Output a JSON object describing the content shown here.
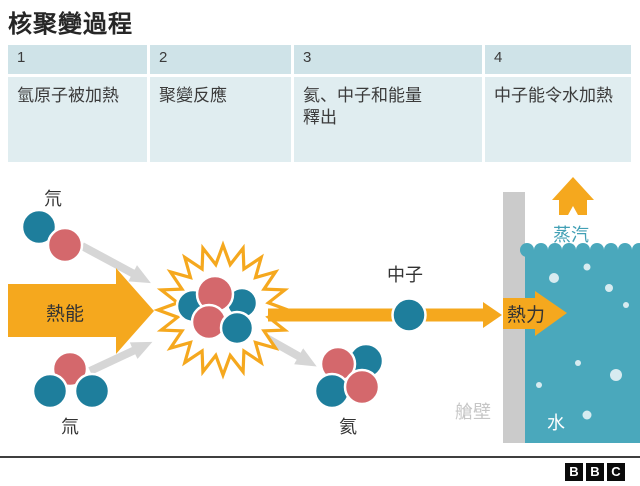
{
  "title": "核聚變過程",
  "table": {
    "steps": [
      {
        "num": "1",
        "line1": "氫原子被加熱",
        "line2": ""
      },
      {
        "num": "2",
        "line1": "聚變反應",
        "line2": ""
      },
      {
        "num": "3",
        "line1": "氦、中子和能量",
        "line2": "釋出"
      },
      {
        "num": "4",
        "line1": "中子能令水加熱",
        "line2": ""
      }
    ]
  },
  "diagram": {
    "labels": {
      "deuterium": "氘",
      "tritium": "氚",
      "heat_energy": "熱能",
      "neutron": "中子",
      "helium": "氦",
      "wall": "艙壁",
      "heat_power": "熱力",
      "steam": "蒸汽",
      "water": "水"
    }
  },
  "colors": {
    "orange": "#F5A81E",
    "blue": "#1E7E9C",
    "red": "#D4686C",
    "water": "#4AA8BC",
    "wall": "#CBCBCB",
    "arrow_gray": "#D6D6D6",
    "table_header_bg": "#CFE3E8",
    "table_body_bg": "#E0EDF0",
    "text_dark": "#333333",
    "steam_text": "#42A0B5",
    "wall_text": "#C6C6C6"
  },
  "footer": {
    "logo": [
      "B",
      "B",
      "C"
    ]
  }
}
